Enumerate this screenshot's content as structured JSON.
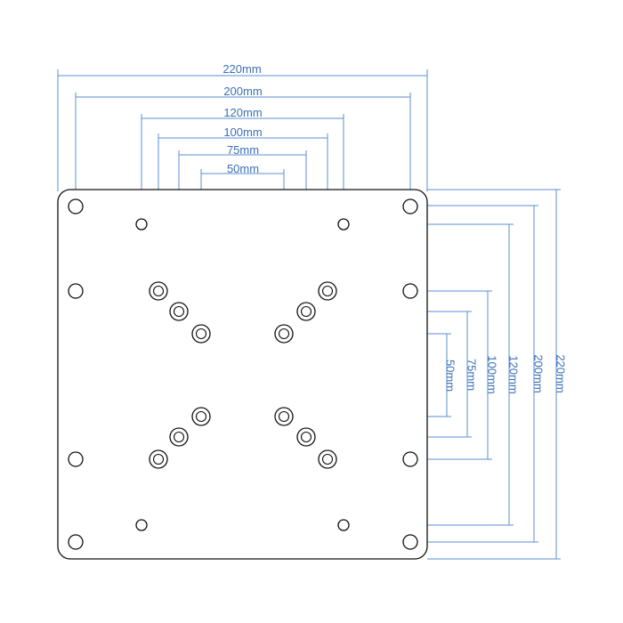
{
  "diagram": {
    "horizontal_labels": [
      "220mm",
      "200mm",
      "120mm",
      "100mm",
      "75mm",
      "50mm"
    ],
    "vertical_labels": [
      "50mm",
      "75mm",
      "100mm",
      "120mm",
      "200mm",
      "220mm"
    ]
  },
  "colors": {
    "dimension": "#5b8fd6",
    "dimension_text": "#3b6fb6",
    "plate_outline": "#111111",
    "background": "#ffffff"
  }
}
